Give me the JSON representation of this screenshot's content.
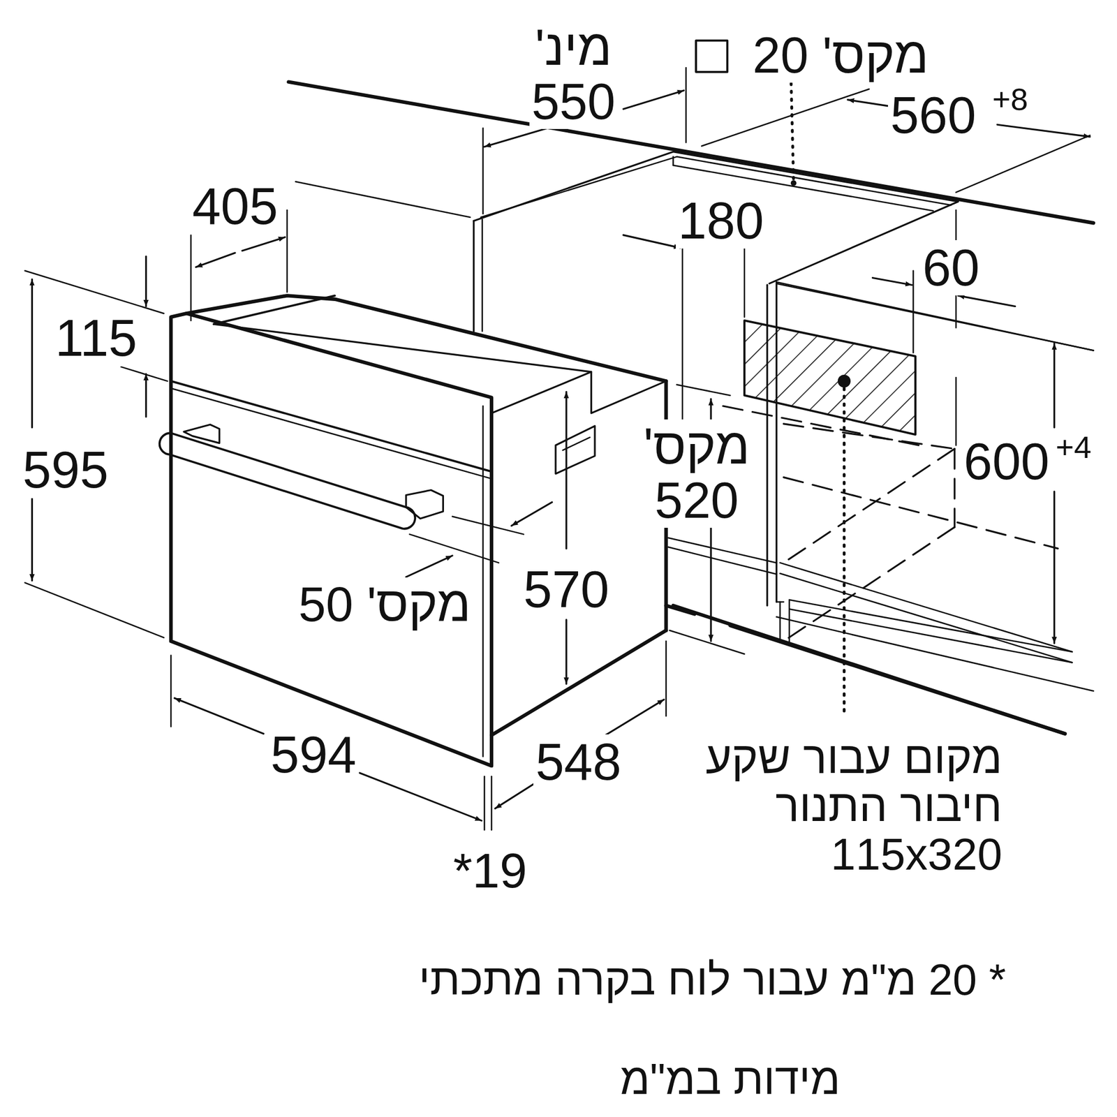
{
  "diagram": {
    "labels": [
      "מינ' 550",
      "מקס' 20",
      "560",
      "+8",
      "405",
      "115",
      "595",
      "180",
      "60",
      "600",
      "+4",
      "מקס' 520",
      "570",
      "מקס' 50",
      "594",
      "548",
      "*19",
      "מקום עבור שקע חיבור התנור 115x320",
      "* 20 מ\"מ עבור לוח בקרה מתכתי",
      "מידות במ\"מ"
    ]
  }
}
